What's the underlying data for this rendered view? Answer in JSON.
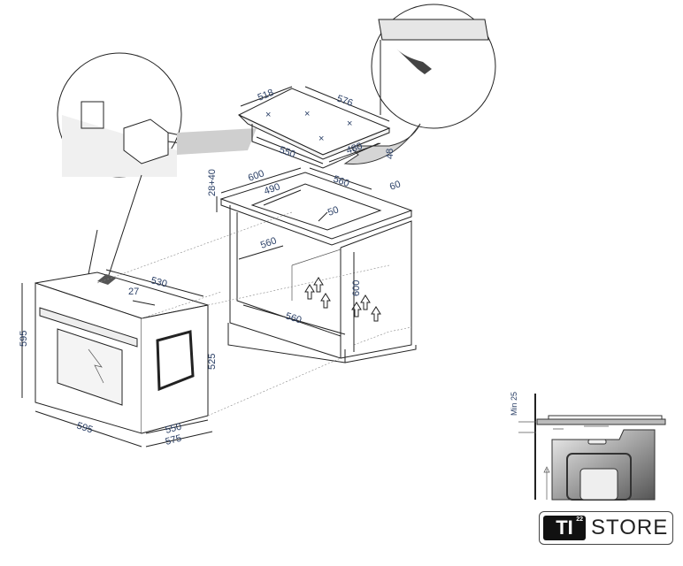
{
  "hob": {
    "width": "518",
    "depth": "576",
    "cutout_width": "550",
    "cutout_depth": "480",
    "height": "48"
  },
  "cabinet": {
    "top_thickness": "28+40",
    "width": "600",
    "depth": "560",
    "inner_width": "490",
    "rear_gap": "60",
    "front_offset": "50",
    "inner_depth": "560",
    "height": "600",
    "base_depth": "560"
  },
  "oven": {
    "depth_top": "530",
    "front_offset": "27",
    "height": "595",
    "body_height": "525",
    "width": "595",
    "depth": "550",
    "total_depth": "575"
  },
  "detail": {
    "min_gap": "Min 25"
  },
  "logo": {
    "brand": "TI",
    "superscript": "22",
    "store": "STORE"
  }
}
